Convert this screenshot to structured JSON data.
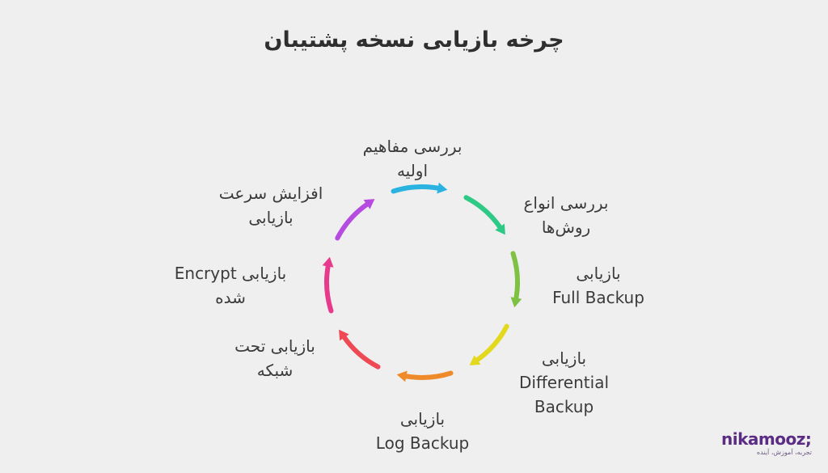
{
  "title": "چرخه بازیابی نسخه پشتیبان",
  "steps": [
    {
      "line1": "بررسی مفاهیم",
      "line2": "اولیه",
      "color": "#2ab3e0"
    },
    {
      "line1": "بررسی انواع",
      "line2": "روش‌ها",
      "color": "#2ec985"
    },
    {
      "line1": "بازیابی",
      "line2": "Full Backup",
      "color": "#7ec243"
    },
    {
      "line1": "بازیابی",
      "line2": "Differential",
      "line3": "Backup",
      "color": "#e3d91c"
    },
    {
      "line1": "بازیابی",
      "line2": "Log Backup",
      "color": "#ee8a2a"
    },
    {
      "line1": "بازیابی تحت",
      "line2": "شبکه",
      "color": "#ef4a54"
    },
    {
      "line1": "بازیابی Encrypt",
      "line2": "شده",
      "color": "#e83a8c"
    },
    {
      "line1": "افزایش سرعت",
      "line2": "بازیابی",
      "color": "#b64cdf"
    }
  ],
  "logo": {
    "word": "nikamooz;",
    "tagline": "تجربه، آموزش، آینده",
    "color": "#5b2c84"
  }
}
